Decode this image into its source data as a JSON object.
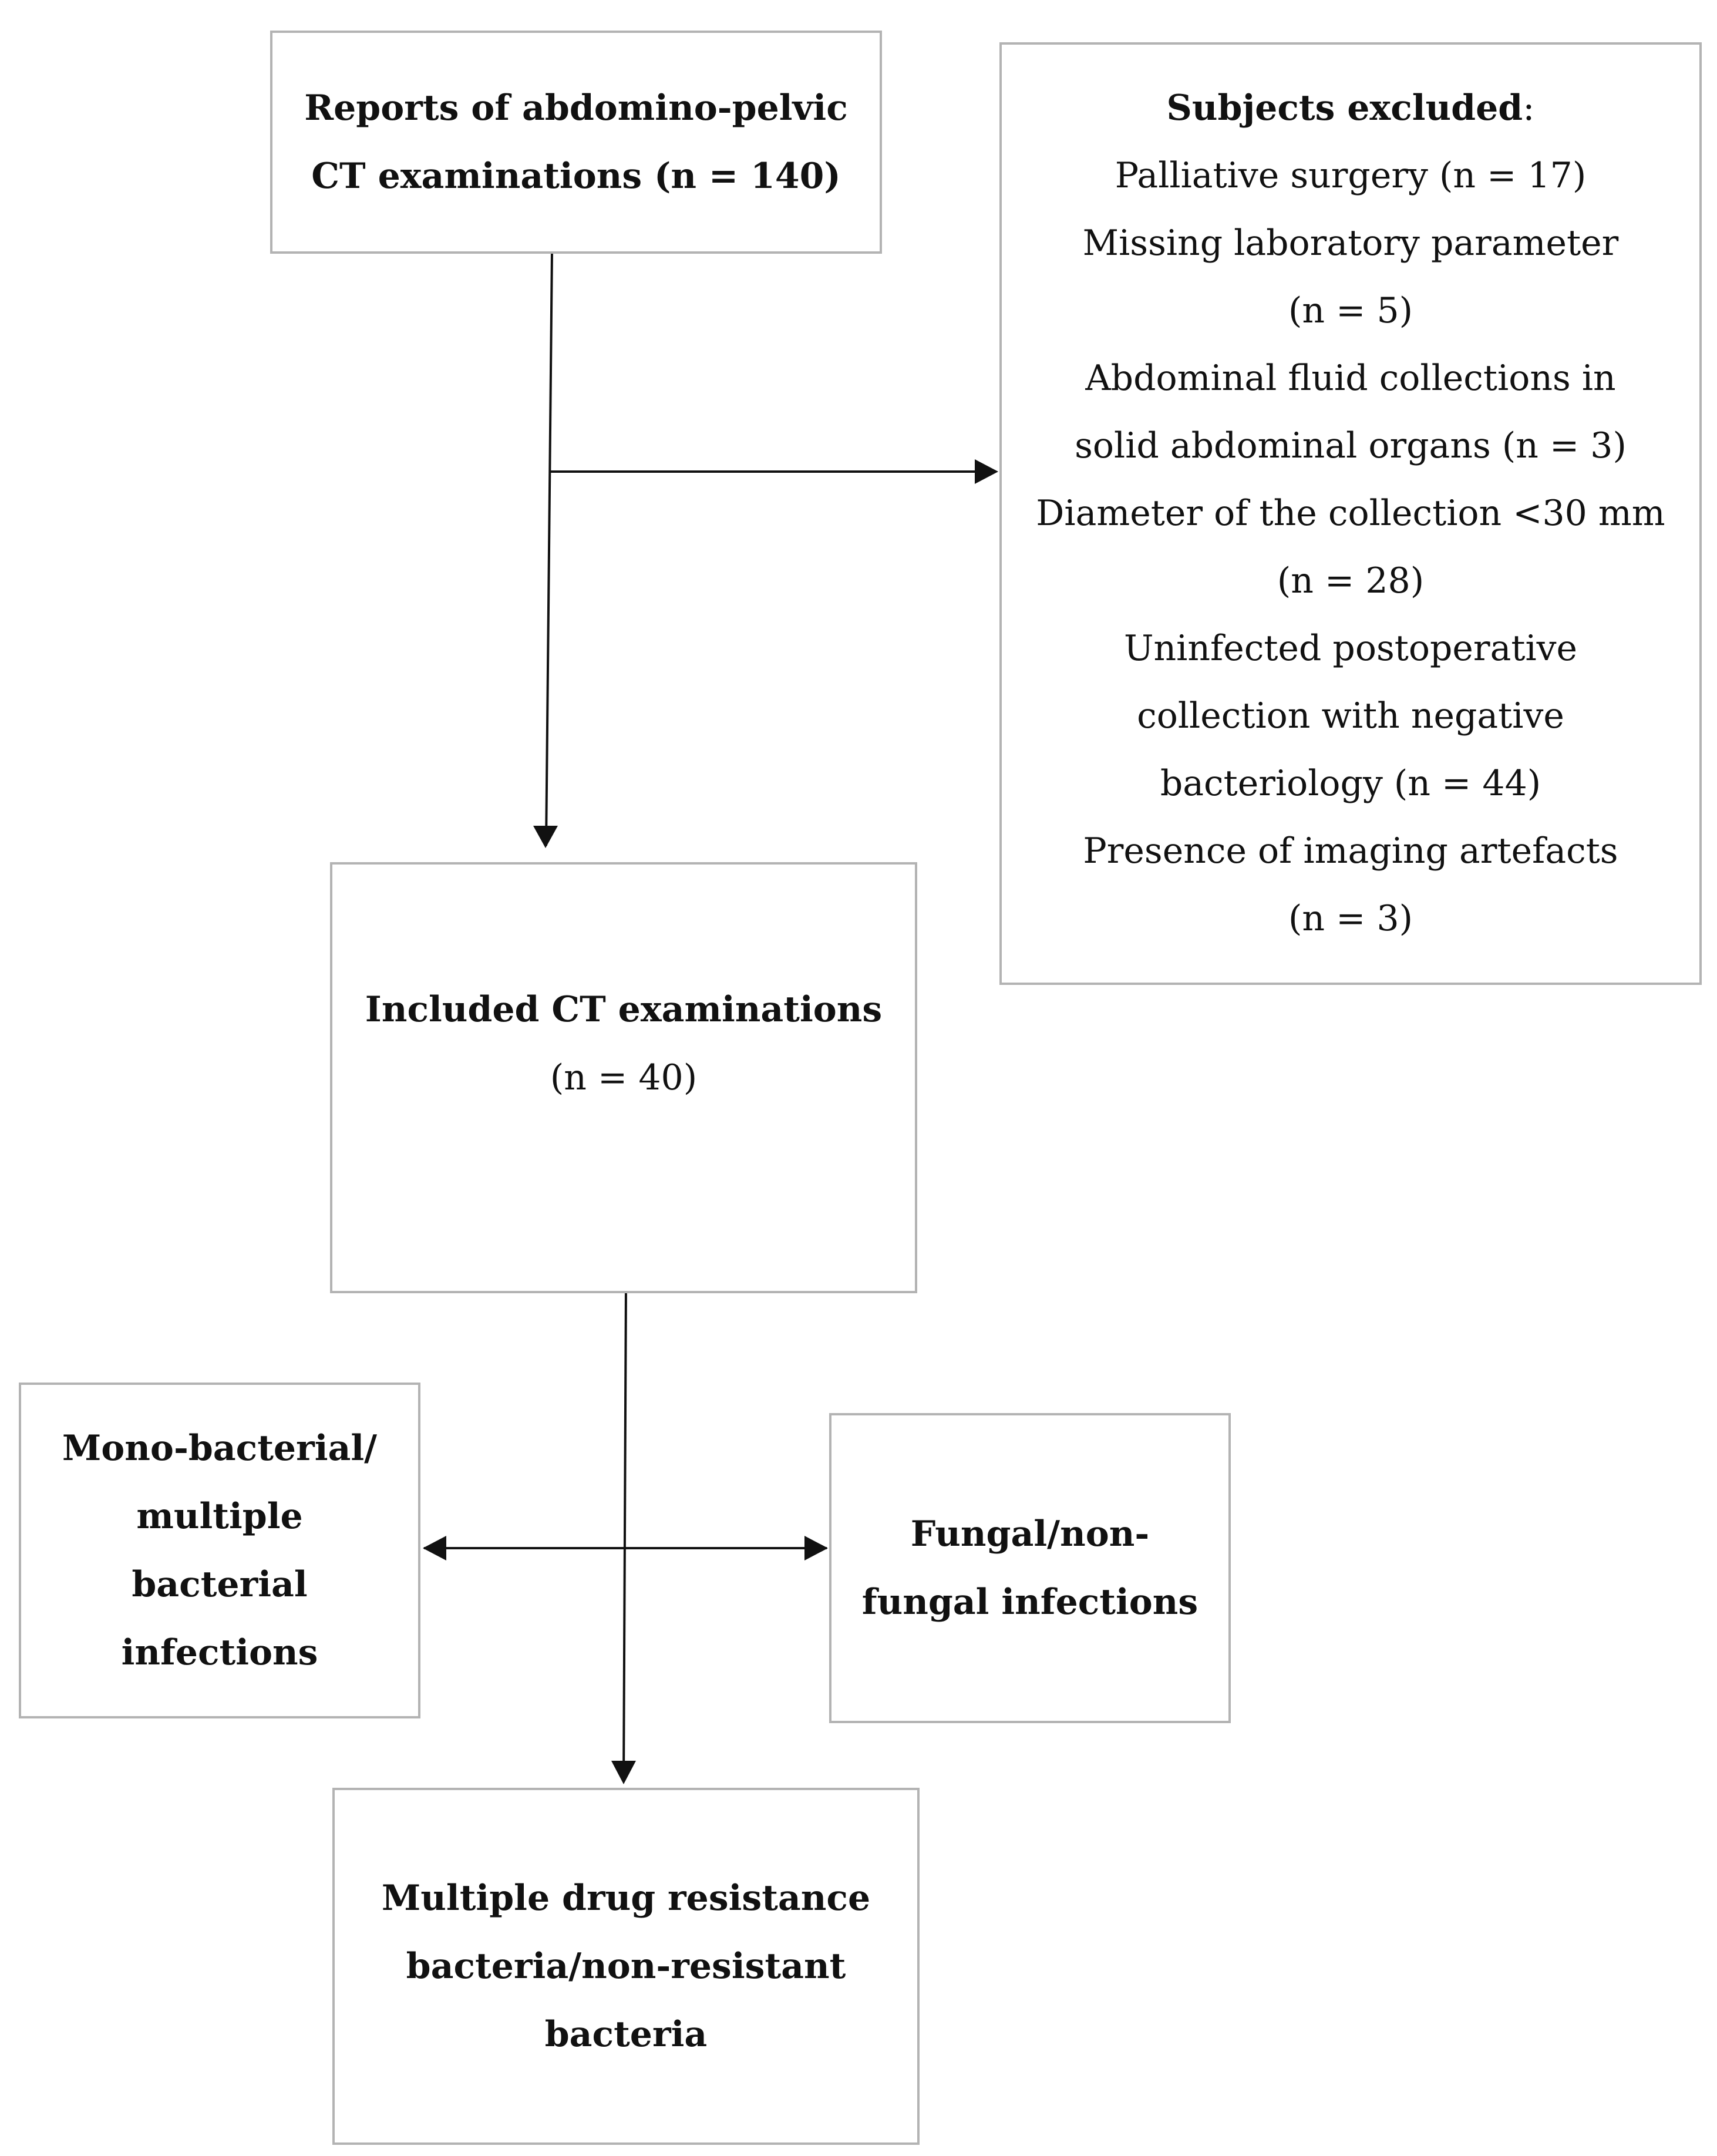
{
  "reports": {
    "lines": [
      "Reports of abdomino-pelvic",
      "CT examinations (n = 140)"
    ]
  },
  "excluded": {
    "title": "Subjects excluded",
    "title_suffix": ":",
    "lines": [
      "Palliative surgery (n = 17)",
      "Missing laboratory parameter",
      "(n = 5)",
      "Abdominal fluid collections in",
      "solid abdominal organs (n = 3)",
      "Diameter of the collection <30 mm",
      "(n = 28)",
      "Uninfected postoperative",
      "collection with negative",
      "bacteriology (n = 44)",
      "Presence of imaging artefacts",
      "(n = 3)"
    ]
  },
  "included": {
    "title": "Included CT examinations",
    "count": "(n = 40)"
  },
  "mono": {
    "lines": [
      "Mono-bacterial/",
      "multiple",
      "bacterial",
      "infections"
    ]
  },
  "fungal": {
    "lines": [
      "Fungal/non-",
      "fungal infections"
    ]
  },
  "mdr": {
    "lines": [
      "Multiple drug resistance",
      "bacteria/non-resistant",
      "bacteria"
    ]
  },
  "colors": {
    "box_border": "#b3b3b3",
    "arrow": "#111111",
    "text": "#111111"
  }
}
